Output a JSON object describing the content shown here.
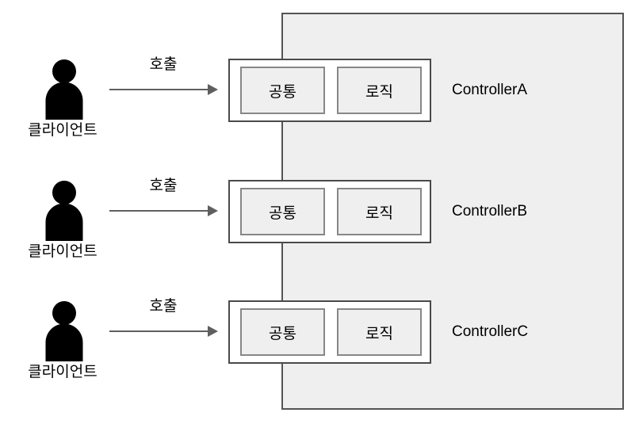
{
  "diagram": {
    "colors": {
      "background": "#ffffff",
      "container_fill": "#efefef",
      "container_border": "#545454",
      "controller_box_fill": "#ffffff",
      "controller_box_border": "#4a4a4a",
      "inner_box_fill": "#efefef",
      "inner_box_border": "#878787",
      "arrow": "#5f5f5f",
      "person_icon": "#000000",
      "text": "#000000"
    },
    "rows": [
      {
        "client_label": "클라이언트",
        "call_label": "호출",
        "common_label": "공통",
        "logic_label": "로직",
        "controller_label": "ControllerA"
      },
      {
        "client_label": "클라이언트",
        "call_label": "호출",
        "common_label": "공통",
        "logic_label": "로직",
        "controller_label": "ControllerB"
      },
      {
        "client_label": "클라이언트",
        "call_label": "호출",
        "common_label": "공통",
        "logic_label": "로직",
        "controller_label": "ControllerC"
      }
    ]
  }
}
